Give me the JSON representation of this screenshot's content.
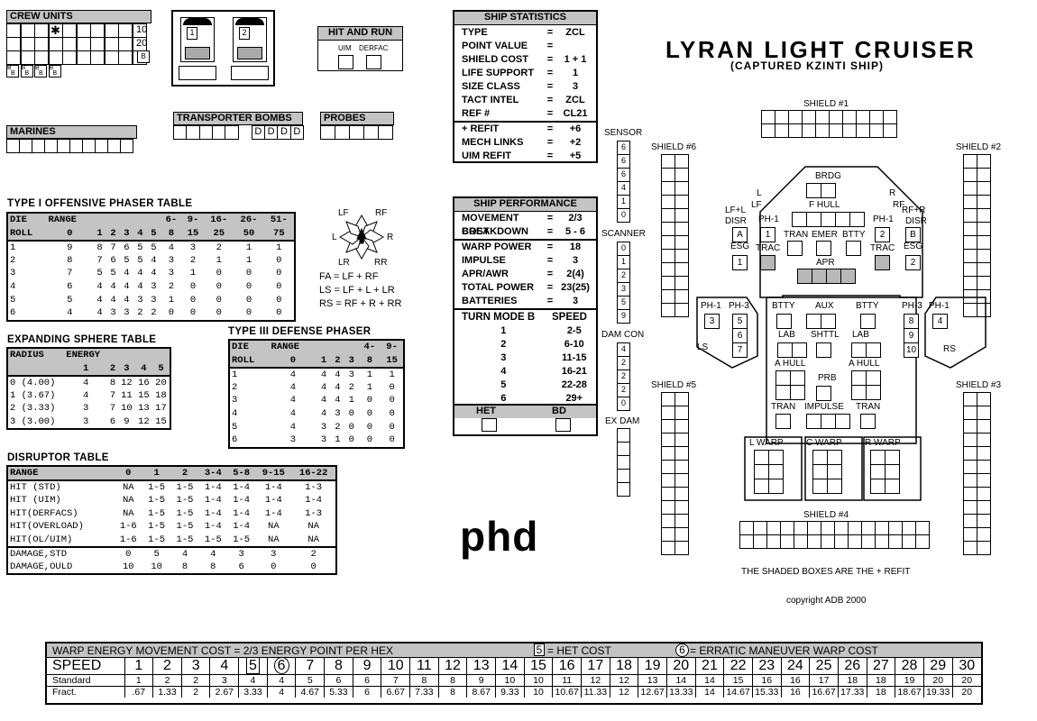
{
  "title": "LYRAN LIGHT CRUISER",
  "subtitle": "(CAPTURED KZINTI SHIP)",
  "crew_units": {
    "label": "CREW UNITS",
    "nums": [
      "10",
      "20"
    ],
    "b_label": "B"
  },
  "hit_and_run": {
    "label": "HIT AND RUN",
    "uim": "UIM",
    "derfac": "DERFAC"
  },
  "marines": {
    "label": "MARINES"
  },
  "transporter_bombs": {
    "label": "TRANSPORTER BOMBS",
    "d": "D"
  },
  "probes": {
    "label": "PROBES"
  },
  "shuttle_bay": {
    "b1": "1",
    "b2": "2"
  },
  "ship_statistics": {
    "label": "SHIP STATISTICS",
    "rows": [
      [
        "TYPE",
        "=",
        "ZCL"
      ],
      [
        "POINT VALUE",
        "=",
        ""
      ],
      [
        "SHIELD COST",
        "=",
        "1 + 1"
      ],
      [
        "LIFE SUPPORT",
        "=",
        "1"
      ],
      [
        "SIZE CLASS",
        "=",
        "3"
      ],
      [
        "TACT INTEL",
        "=",
        "ZCL"
      ],
      [
        "REF #",
        "=",
        "CL21"
      ]
    ],
    "rows2": [
      [
        "+ REFIT",
        "=",
        "+6"
      ],
      [
        "MECH LINKS",
        "=",
        "+2"
      ],
      [
        "UIM REFIT",
        "=",
        "+5"
      ]
    ]
  },
  "ship_performance": {
    "label": "SHIP PERFORMANCE",
    "rows1": [
      [
        "MOVEMENT COST",
        "=",
        "2/3"
      ],
      [
        "BREAKDOWN",
        "=",
        "5 - 6"
      ]
    ],
    "rows2": [
      [
        "WARP POWER",
        "=",
        "18"
      ],
      [
        "IMPULSE",
        "=",
        "3"
      ],
      [
        "APR/AWR",
        "=",
        "2(4)"
      ],
      [
        "TOTAL POWER",
        "=",
        "23(25)"
      ],
      [
        "BATTERIES",
        "=",
        "3"
      ]
    ],
    "turn_head": [
      "TURN MODE B",
      "SPEED"
    ],
    "turn_rows": [
      [
        "1",
        "2-5"
      ],
      [
        "2",
        "6-10"
      ],
      [
        "3",
        "11-15"
      ],
      [
        "4",
        "16-21"
      ],
      [
        "5",
        "22-28"
      ],
      [
        "6",
        "29+"
      ]
    ],
    "het": "HET",
    "bd": "BD"
  },
  "offensive_phaser": {
    "title": "TYPE I OFFENSIVE PHASER TABLE",
    "head1": [
      "DIE",
      "RANGE",
      "",
      "",
      "",
      "",
      "",
      "6-",
      "9-",
      "16-",
      "26-",
      "51-"
    ],
    "head2": [
      "ROLL",
      "0",
      "1",
      "2",
      "3",
      "4",
      "5",
      "8",
      "15",
      "25",
      "50",
      "75"
    ],
    "rows": [
      [
        "1",
        "9",
        "8",
        "7",
        "6",
        "5",
        "5",
        "4",
        "3",
        "2",
        "1",
        "1"
      ],
      [
        "2",
        "8",
        "7",
        "6",
        "5",
        "5",
        "4",
        "3",
        "2",
        "1",
        "1",
        "0"
      ],
      [
        "3",
        "7",
        "5",
        "5",
        "4",
        "4",
        "4",
        "3",
        "1",
        "0",
        "0",
        "0"
      ],
      [
        "4",
        "6",
        "4",
        "4",
        "4",
        "4",
        "3",
        "2",
        "0",
        "0",
        "0",
        "0"
      ],
      [
        "5",
        "5",
        "4",
        "4",
        "4",
        "3",
        "3",
        "1",
        "0",
        "0",
        "0",
        "0"
      ],
      [
        "6",
        "4",
        "4",
        "3",
        "3",
        "2",
        "2",
        "0",
        "0",
        "0",
        "0",
        "0"
      ]
    ]
  },
  "arcs": {
    "lf": "LF",
    "rf": "RF",
    "l": "L",
    "r": "R",
    "lr": "LR",
    "rr": "RR",
    "fa": "FA = LF + RF",
    "ls": "LS = LF + L + LR",
    "rs": "RS = RF + R + RR"
  },
  "expanding_sphere": {
    "title": "EXPANDING SPHERE TABLE",
    "head1": [
      "RADIUS",
      "ENERGY",
      "",
      "",
      "",
      ""
    ],
    "head2": [
      "",
      "1",
      "2",
      "3",
      "4",
      "5"
    ],
    "rows": [
      [
        "0 (4.00)",
        "4",
        "8",
        "12",
        "16",
        "20"
      ],
      [
        "1 (3.67)",
        "4",
        "7",
        "11",
        "15",
        "18"
      ],
      [
        "2 (3.33)",
        "3",
        "7",
        "10",
        "13",
        "17"
      ],
      [
        "3 (3.00)",
        "3",
        "6",
        "9",
        "12",
        "15"
      ]
    ]
  },
  "defense_phaser": {
    "title": "TYPE III DEFENSE PHASER",
    "head1": [
      "DIE",
      "RANGE",
      "",
      "",
      "",
      "4-",
      "9-"
    ],
    "head2": [
      "ROLL",
      "0",
      "1",
      "2",
      "3",
      "8",
      "15"
    ],
    "rows": [
      [
        "1",
        "4",
        "4",
        "4",
        "3",
        "1",
        "1"
      ],
      [
        "2",
        "4",
        "4",
        "4",
        "2",
        "1",
        "0"
      ],
      [
        "3",
        "4",
        "4",
        "4",
        "1",
        "0",
        "0"
      ],
      [
        "4",
        "4",
        "4",
        "3",
        "0",
        "0",
        "0"
      ],
      [
        "5",
        "4",
        "3",
        "2",
        "0",
        "0",
        "0"
      ],
      [
        "6",
        "3",
        "3",
        "1",
        "0",
        "0",
        "0"
      ]
    ]
  },
  "disruptor": {
    "title": "DISRUPTOR TABLE",
    "head": [
      "RANGE",
      "0",
      "1",
      "2",
      "3-4",
      "5-8",
      "9-15",
      "16-22"
    ],
    "rows": [
      [
        "HIT (STD)",
        "NA",
        "1-5",
        "1-5",
        "1-4",
        "1-4",
        "1-4",
        "1-3"
      ],
      [
        "HIT (UIM)",
        "NA",
        "1-5",
        "1-5",
        "1-4",
        "1-4",
        "1-4",
        "1-4"
      ],
      [
        "HIT(DERFACS)",
        "NA",
        "1-5",
        "1-5",
        "1-4",
        "1-4",
        "1-4",
        "1-3"
      ],
      [
        "HIT(OVERLOAD)",
        "1-6",
        "1-5",
        "1-5",
        "1-4",
        "1-4",
        "NA",
        "NA"
      ],
      [
        "HIT(OL/UIM)",
        "1-6",
        "1-5",
        "1-5",
        "1-5",
        "1-5",
        "NA",
        "NA"
      ]
    ],
    "rows2": [
      [
        "DAMAGE,STD",
        "0",
        "5",
        "4",
        "4",
        "3",
        "3",
        "2"
      ],
      [
        "DAMAGE,OULD",
        "10",
        "10",
        "8",
        "8",
        "6",
        "0",
        "0"
      ]
    ]
  },
  "phd": "phd",
  "tracks": {
    "sensor": {
      "label": "SENSOR",
      "values": [
        "6",
        "6",
        "6",
        "4",
        "1",
        "0"
      ]
    },
    "scanner": {
      "label": "SCANNER",
      "values": [
        "0",
        "1",
        "2",
        "3",
        "5",
        "9"
      ]
    },
    "damcon": {
      "label": "DAM CON",
      "values": [
        "4",
        "2",
        "2",
        "2",
        "0"
      ]
    },
    "exdam": {
      "label": "EX DAM"
    }
  },
  "ssd": {
    "shield1": "SHIELD #1",
    "shield2": "SHIELD #2",
    "shield3": "SHIELD #3",
    "shield4": "SHIELD #4",
    "shield5": "SHIELD #5",
    "shield6": "SHIELD #6",
    "brdg": "BRDG",
    "fhull": "F HULL",
    "tran": "TRAN",
    "emer": "EMER",
    "btty": "BTTY",
    "ph1": "PH-1",
    "ph3": "PH-3",
    "esg": "ESG",
    "trac": "TRAC",
    "apr": "APR",
    "aux": "AUX",
    "lab": "LAB",
    "shttl": "SHTTL",
    "ahull": "A HULL",
    "prb": "PRB",
    "impulse": "IMPULSE",
    "lwarp": "L WARP",
    "cwarp": "C WARP",
    "rwarp": "R WARP",
    "l": "L",
    "lf": "LF",
    "r": "R",
    "rf": "RF",
    "lfl_disr": "LF+L",
    "disr": "DISR",
    "rfr_disr": "RF+R",
    "ls": "LS",
    "rs": "RS",
    "a": "A",
    "b": "B",
    "one": "1",
    "two": "2",
    "three": "3",
    "four": "4",
    "five": "5",
    "six": "6",
    "seven": "7",
    "eight": "8",
    "nine": "9",
    "ten": "10"
  },
  "note": "THE SHADED BOXES ARE THE + REFIT",
  "copyright": "copyright ADB 2000",
  "warp_chart": {
    "head": "WARP ENERGY MOVEMENT COST = 2/3 ENERGY POINT PER HEX",
    "het_num": "5",
    "het_label": "= HET COST",
    "erratic_num": "6",
    "erratic_label": "= ERRATIC MANEUVER WARP COST",
    "speed_label": "SPEED",
    "speeds": [
      "1",
      "2",
      "3",
      "4",
      "5",
      "6",
      "7",
      "8",
      "9",
      "10",
      "11",
      "12",
      "13",
      "14",
      "15",
      "16",
      "17",
      "18",
      "19",
      "20",
      "21",
      "22",
      "23",
      "24",
      "25",
      "26",
      "27",
      "28",
      "29",
      "30"
    ],
    "standard_label": "Standard",
    "standard": [
      "1",
      "2",
      "2",
      "3",
      "4",
      "4",
      "5",
      "6",
      "6",
      "7",
      "8",
      "8",
      "9",
      "10",
      "10",
      "11",
      "12",
      "12",
      "13",
      "14",
      "14",
      "15",
      "16",
      "16",
      "17",
      "18",
      "18",
      "19",
      "20",
      "20"
    ],
    "fract_label": "Fract.",
    "fract": [
      ".67",
      "1.33",
      "2",
      "2.67",
      "3.33",
      "4",
      "4.67",
      "5.33",
      "6",
      "6.67",
      "7.33",
      "8",
      "8.67",
      "9.33",
      "10",
      "10.67",
      "11.33",
      "12",
      "12.67",
      "13.33",
      "14",
      "14.67",
      "15.33",
      "16",
      "16.67",
      "17.33",
      "18",
      "18.67",
      "19.33",
      "20"
    ]
  }
}
